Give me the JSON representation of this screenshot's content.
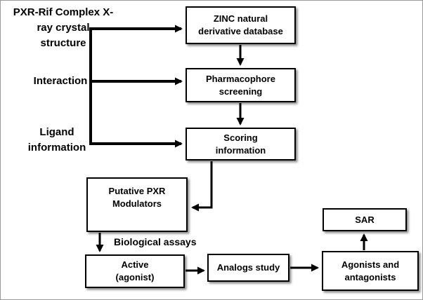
{
  "colors": {
    "background": "#ffffff",
    "box_fill": "#ffffff",
    "box_border": "#000000",
    "arrow": "#000000",
    "text": "#000000"
  },
  "labels": {
    "pxr_crystal": {
      "lines": [
        "PXR-Rif Complex X-",
        "ray crystal",
        "structure"
      ]
    },
    "interaction": {
      "lines": [
        "Interaction"
      ]
    },
    "ligand_information": {
      "lines": [
        "Ligand",
        "information"
      ]
    },
    "biological_assays": {
      "lines": [
        "Biological assays"
      ]
    }
  },
  "boxes": {
    "zinc_database": {
      "lines": [
        "ZINC natural",
        "derivative database"
      ]
    },
    "pharmacophore_screening": {
      "lines": [
        "Pharmacophore",
        "screening"
      ]
    },
    "scoring_information": {
      "lines": [
        "Scoring",
        "information"
      ]
    },
    "putative_modulators": {
      "lines": [
        "Putative PXR",
        "Modulators"
      ]
    },
    "active_agonist": {
      "lines": [
        "Active",
        "(agonist)"
      ]
    },
    "analogs_study": {
      "lines": [
        "Analogs study"
      ]
    },
    "agonists_antagonists": {
      "lines": [
        "Agonists and",
        "antagonists"
      ]
    },
    "sar": {
      "lines": [
        "SAR"
      ]
    }
  }
}
